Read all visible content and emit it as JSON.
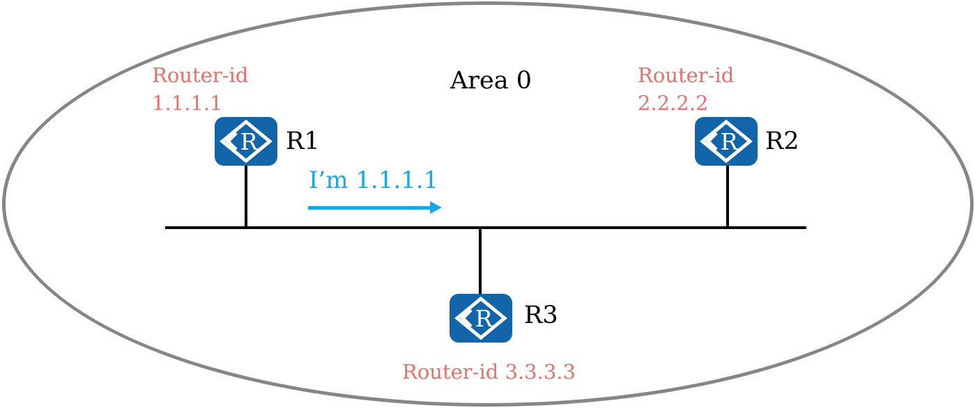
{
  "area": {
    "label": "Area 0"
  },
  "routers": [
    {
      "label": "R1",
      "router_id_line1": "Router-id",
      "router_id_line2": "1.1.1.1"
    },
    {
      "label": "R2",
      "router_id_line1": "Router-id",
      "router_id_line2": "2.2.2.2"
    },
    {
      "label": "R3",
      "router_id_text": "Router-id 3.3.3.3"
    }
  ],
  "message": {
    "text": "I’m 1.1.1.1",
    "arrow_direction": "right"
  },
  "icons": {
    "router_glyph": "R"
  },
  "colors": {
    "router_icon_blue": "#1165A8",
    "router_id_text": "#E7706B",
    "hello_message_cyan": "#16A8E6",
    "area_ellipse_gray": "#868686",
    "link_line_black": "#000000"
  }
}
